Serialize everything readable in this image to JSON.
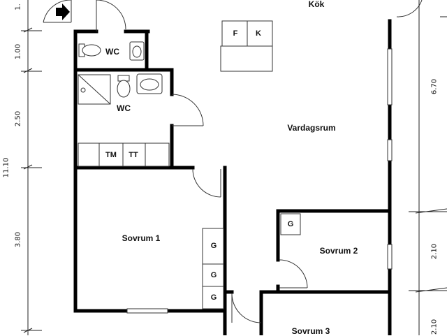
{
  "rooms": {
    "kok": "Kök",
    "wc_upper": "WC",
    "wc_lower": "WC",
    "vardagsrum": "Vardagsrum",
    "sovrum1": "Sovrum 1",
    "sovrum2": "Sovrum 2",
    "sovrum3": "Sovrum 3"
  },
  "fixtures": {
    "fridge": "F",
    "freezer": "K",
    "washer": "TM",
    "dryer": "TT",
    "wardrobe": "G"
  },
  "dimensions": {
    "left_top": "1.",
    "left_wc": "1.00",
    "left_bath": "2.50",
    "left_total": "11.10",
    "left_bedroom": "3.80",
    "right_top": "6.70",
    "right_mid": "2.10",
    "right_bottom": "2.10"
  },
  "colors": {
    "wall": "#000000",
    "fixture_line": "#333333"
  },
  "icons": [
    "entry-arrow-icon",
    "toilet-icon",
    "sink-icon",
    "shower-icon",
    "door-swing-icon",
    "window-icon"
  ]
}
